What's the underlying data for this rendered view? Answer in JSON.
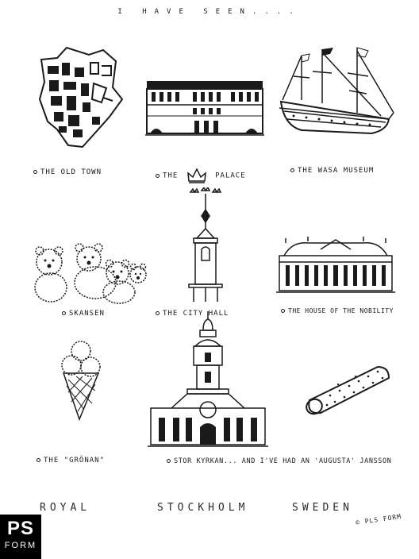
{
  "header": {
    "title": "I HAVE SEEN...."
  },
  "captions": {
    "old_town": "THE OLD TOWN",
    "palace_left": "THE",
    "palace_right": "PALACE",
    "wasa": "THE WASA MUSEUM",
    "skansen": "SKANSEN",
    "city_hall": "THE CITY HALL",
    "nobility": "THE HOUSE OF THE NOBILITY",
    "gronan": "THE \"GRÖNAN\"",
    "storkyrkan": "STOR KYRKAN... AND I'VE HAD AN 'AUGUSTA' JANSSON"
  },
  "footer": {
    "left": "ROYAL",
    "center": "STOCKHOLM",
    "right": "SWEDEN"
  },
  "logo": {
    "top": "PS",
    "bottom": "FORM"
  },
  "signature": "© PLS FORM",
  "colors": {
    "ink": "#1a1a1a",
    "paper": "#ffffff",
    "logo_bg": "#000000"
  }
}
